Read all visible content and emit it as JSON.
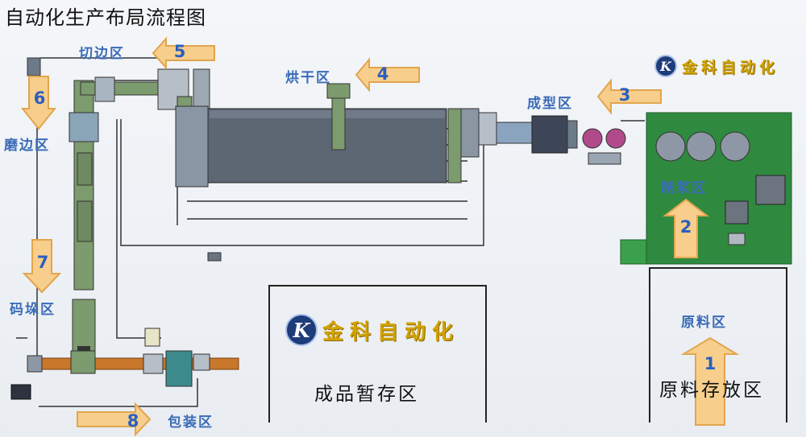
{
  "title": "自动化生产布局流程图",
  "zones": {
    "cutting": "切边区",
    "grinding": "磨边区",
    "drying": "烘干区",
    "forming": "成型区",
    "pulping": "制浆区",
    "raw_material": "原料区",
    "stacking": "码垛区",
    "packing": "包装区",
    "finished_storage": "成品暂存区",
    "raw_storage": "原料存放区"
  },
  "steps": [
    "1",
    "2",
    "3",
    "4",
    "5",
    "6",
    "7",
    "8"
  ],
  "brand": {
    "logo_letter": "K",
    "name": "金科自动化"
  },
  "colors": {
    "arrow_fill": "#f7ce8c",
    "arrow_stroke": "#e2a54d",
    "label_blue": "#3a6bb8",
    "number_blue": "#2a5fbf",
    "equipment_green": "#7c9b6e",
    "pulp_area_green": "#2f8a3f",
    "dryer_gray": "#5d6673",
    "conveyor_orange": "#c8772b",
    "logo_gold": "#d4a300"
  }
}
